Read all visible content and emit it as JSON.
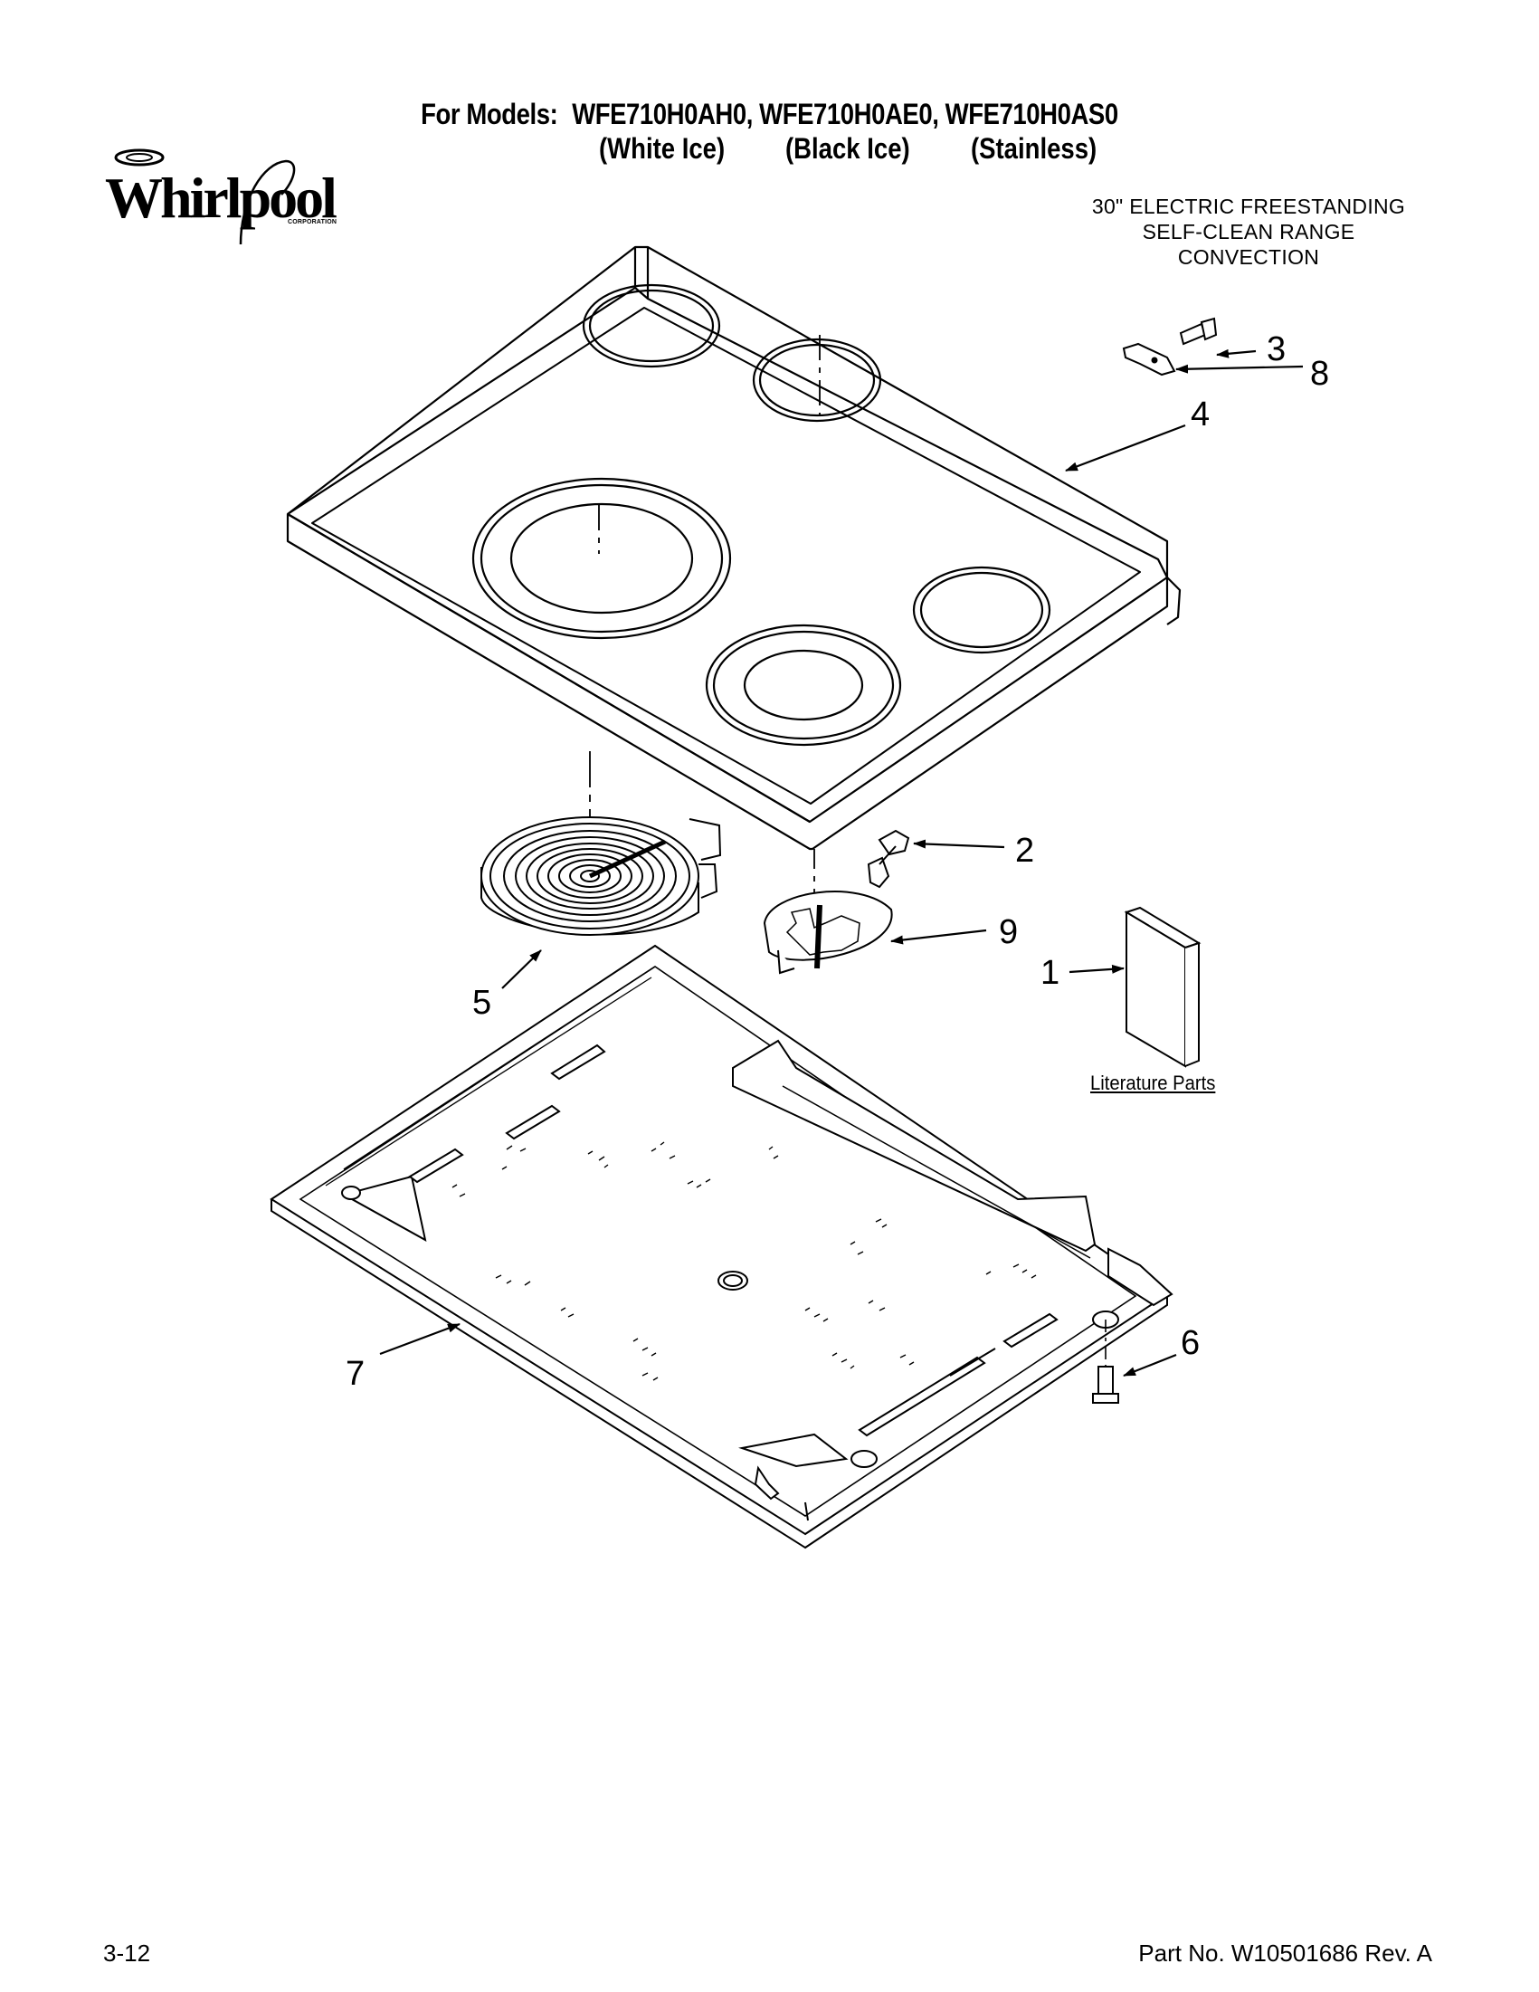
{
  "header": {
    "models_label": "For Models:",
    "models": "WFE710H0AH0, WFE710H0AE0, WFE710H0AS0",
    "finishes": [
      "(White Ice)",
      "(Black Ice)",
      "(Stainless)"
    ]
  },
  "logo": {
    "brand": "Whirlpool",
    "corporation": "CORPORATION"
  },
  "subtitle": {
    "line1": "30\" ELECTRIC FREESTANDING",
    "line2": "SELF-CLEAN RANGE",
    "line3": "CONVECTION"
  },
  "callouts": [
    "1",
    "2",
    "3",
    "4",
    "5",
    "6",
    "7",
    "8",
    "9"
  ],
  "literature_label": "Literature Parts",
  "footer": {
    "page": "3-12",
    "part_number": "Part No. W10501686 Rev. A"
  }
}
